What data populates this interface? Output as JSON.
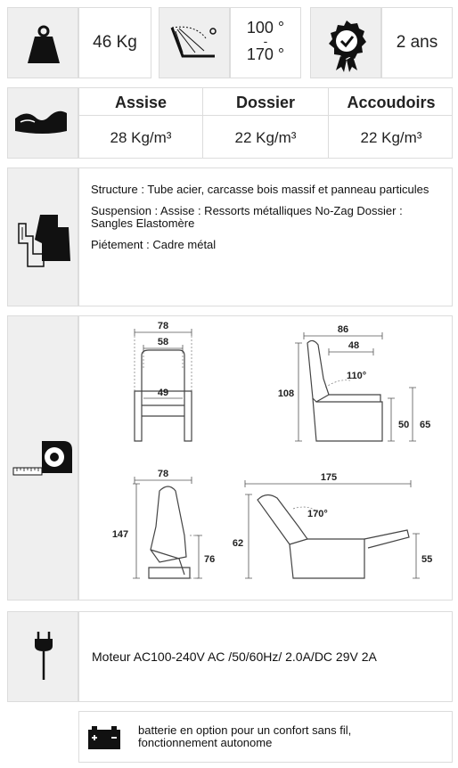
{
  "stats": {
    "weight": "46 Kg",
    "angle_top": "100 °",
    "angle_sep": "-",
    "angle_bottom": "170 °",
    "warranty": "2 ans"
  },
  "density": {
    "columns": [
      {
        "label": "Assise",
        "value": "28 Kg/m³"
      },
      {
        "label": "Dossier",
        "value": "22 Kg/m³"
      },
      {
        "label": "Accoudoirs",
        "value": "22 Kg/m³"
      }
    ]
  },
  "structure": {
    "lines": [
      "Structure : Tube acier, carcasse bois massif et panneau particules",
      "Suspension : Assise : Ressorts métalliques No-Zag Dossier : Sangles Elastomère",
      "Piétement : Cadre métal"
    ]
  },
  "dimensions": {
    "front_width": "78",
    "front_inner": "58",
    "front_seat": "49",
    "side_depth": "86",
    "side_seat_depth": "48",
    "side_angle": "110°",
    "side_height": "108",
    "side_arm_h": "50",
    "side_arm_total": "65",
    "lift_depth": "78",
    "lift_height": "147",
    "lift_seat_h": "76",
    "recline_length": "175",
    "recline_angle": "170°",
    "recline_height": "62",
    "recline_foot_h": "55"
  },
  "motor": {
    "text": "Moteur AC100-240V AC /50/60Hz/ 2.0A/DC 29V 2A"
  },
  "battery": {
    "text": "batterie en option pour un confort sans fil, fonctionnement autonome"
  }
}
